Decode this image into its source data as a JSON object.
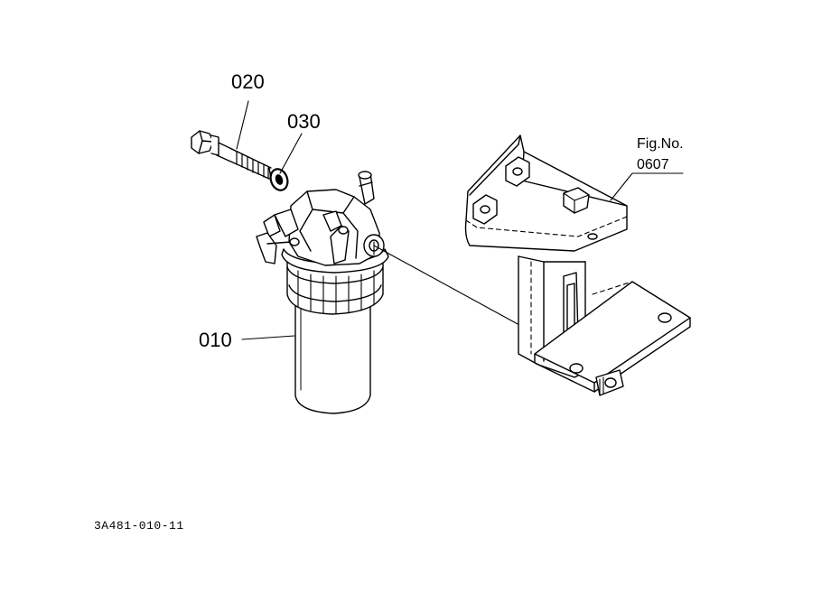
{
  "callouts": {
    "part_020": "020",
    "part_030": "030",
    "part_010": "010"
  },
  "figure_ref": {
    "label": "Fig.No.",
    "number": "0607"
  },
  "document_number": "3A481-010-11"
}
